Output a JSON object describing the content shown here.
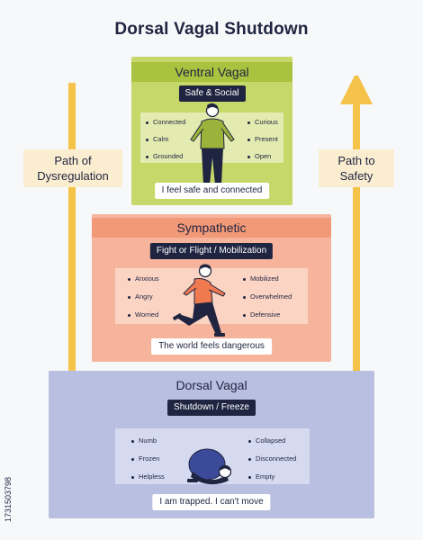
{
  "title": "Dorsal Vagal Shutdown",
  "left_label": "Path of Dysregulation",
  "right_label": "Path to Safety",
  "colors": {
    "arrow": "#f5c24a",
    "ventral": "#c6d86a",
    "sympathetic": "#f6b49d",
    "dorsal": "#b9bfe1",
    "dark": "#1f2440"
  },
  "ventral": {
    "title": "Ventral Vagal",
    "tag": "Safe & Social",
    "left_items": [
      "Connected",
      "Calm",
      "Grounded"
    ],
    "right_items": [
      "Curious",
      "Present",
      "Open"
    ],
    "caption": "I feel safe and connected"
  },
  "sympathetic": {
    "title": "Sympathetic",
    "tag": "Fight or Flight / Mobilization",
    "left_items": [
      "Anxious",
      "Angry",
      "Worried"
    ],
    "right_items": [
      "Mobilized",
      "Overwhelmed",
      "Defensive"
    ],
    "caption": "The world feels dangerous"
  },
  "dorsal": {
    "title": "Dorsal Vagal",
    "tag": "Shutdown / Freeze",
    "left_items": [
      "Numb",
      "Frozen",
      "Helpless"
    ],
    "right_items": [
      "Collapsed",
      "Disconnected",
      "Empty"
    ],
    "caption": "I am trapped. I can't move"
  },
  "image_id": "1731503798"
}
